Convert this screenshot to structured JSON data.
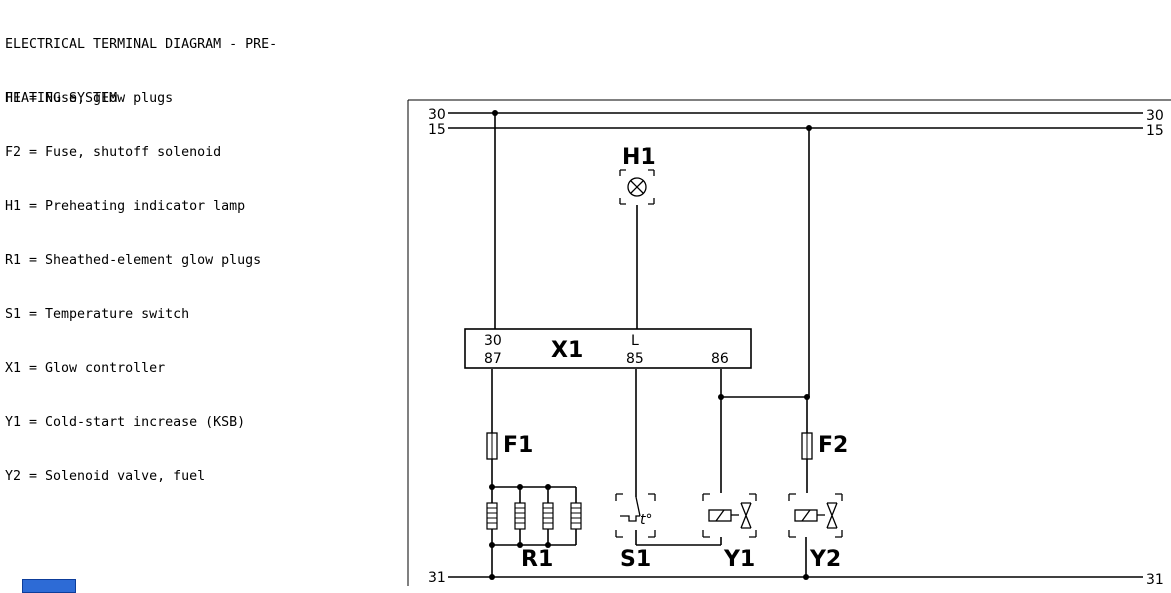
{
  "document": {
    "title_line1": "ELECTRICAL TERMINAL DIAGRAM - PRE-",
    "title_line2": "HEATING SYSTEM",
    "legend": [
      "F1 = Fuse, glow plugs",
      "F2 = Fuse, shutoff solenoid",
      "H1 = Preheating indicator lamp",
      "R1 = Sheathed-element glow plugs",
      "S1 = Temperature switch",
      "X1 = Glow controller",
      "Y1 = Cold-start increase (KSB)",
      "Y2 = Solenoid valve, fuel"
    ]
  },
  "diagram": {
    "bus_labels": {
      "bus30_left": "30",
      "bus15_left": "15",
      "bus30_right": "30",
      "bus15_right": "15",
      "bus31_left": "31",
      "bus31_right": "31"
    },
    "components": {
      "h1": "H1",
      "x1": "X1",
      "f1": "F1",
      "f2": "F2",
      "r1": "R1",
      "s1": "S1",
      "y1": "Y1",
      "y2": "Y2"
    },
    "x1_terminals": {
      "t30": "30",
      "t87": "87",
      "tL": "L",
      "t85": "85",
      "t86": "86"
    },
    "s1_symbol": "t°"
  }
}
